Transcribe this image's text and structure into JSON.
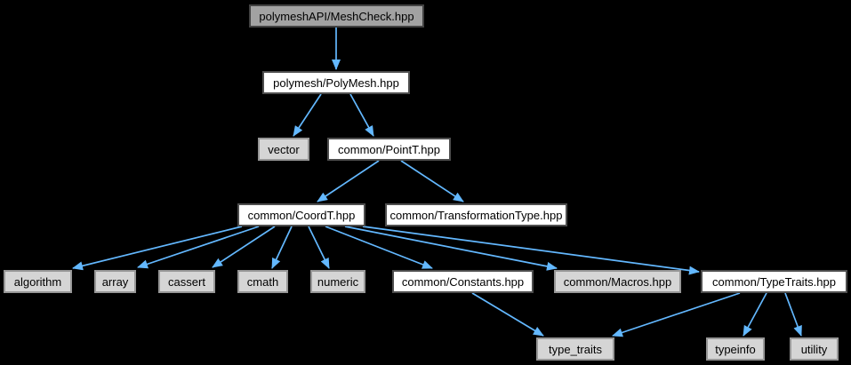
{
  "diagram": {
    "type": "include-dependency-graph",
    "background_color": "#000000",
    "arrow_color": "#63B8FF",
    "node_colors": {
      "root_fill": "#a2a2a2",
      "root_border": "#424242",
      "file_fill": "#ffffff",
      "file_border": "#4e4e4e",
      "lib_fill": "#d5d5d5",
      "lib_border": "#979797",
      "text": "#000000"
    },
    "nodes": [
      {
        "id": "meshcheck-hpp",
        "label": "polymeshAPI/MeshCheck.hpp",
        "kind": "root"
      },
      {
        "id": "polymesh-hpp",
        "label": "polymesh/PolyMesh.hpp",
        "kind": "file"
      },
      {
        "id": "vector",
        "label": "vector",
        "kind": "lib"
      },
      {
        "id": "pointt-hpp",
        "label": "common/PointT.hpp",
        "kind": "file"
      },
      {
        "id": "coordt-hpp",
        "label": "common/CoordT.hpp",
        "kind": "file"
      },
      {
        "id": "transformationtype-hpp",
        "label": "common/TransformationType.hpp",
        "kind": "file"
      },
      {
        "id": "algorithm",
        "label": "algorithm",
        "kind": "lib"
      },
      {
        "id": "array",
        "label": "array",
        "kind": "lib"
      },
      {
        "id": "cassert",
        "label": "cassert",
        "kind": "lib"
      },
      {
        "id": "cmath",
        "label": "cmath",
        "kind": "lib"
      },
      {
        "id": "numeric",
        "label": "numeric",
        "kind": "lib"
      },
      {
        "id": "constants-hpp",
        "label": "common/Constants.hpp",
        "kind": "file"
      },
      {
        "id": "macros-hpp",
        "label": "common/Macros.hpp",
        "kind": "lib"
      },
      {
        "id": "typetraits-hpp",
        "label": "common/TypeTraits.hpp",
        "kind": "file"
      },
      {
        "id": "type-traits",
        "label": "type_traits",
        "kind": "lib"
      },
      {
        "id": "typeinfo",
        "label": "typeinfo",
        "kind": "lib"
      },
      {
        "id": "utility",
        "label": "utility",
        "kind": "lib"
      }
    ],
    "edges": [
      {
        "from": "meshcheck-hpp",
        "to": "polymesh-hpp"
      },
      {
        "from": "polymesh-hpp",
        "to": "vector"
      },
      {
        "from": "polymesh-hpp",
        "to": "pointt-hpp"
      },
      {
        "from": "pointt-hpp",
        "to": "coordt-hpp"
      },
      {
        "from": "pointt-hpp",
        "to": "transformationtype-hpp"
      },
      {
        "from": "coordt-hpp",
        "to": "algorithm"
      },
      {
        "from": "coordt-hpp",
        "to": "array"
      },
      {
        "from": "coordt-hpp",
        "to": "cassert"
      },
      {
        "from": "coordt-hpp",
        "to": "cmath"
      },
      {
        "from": "coordt-hpp",
        "to": "numeric"
      },
      {
        "from": "coordt-hpp",
        "to": "constants-hpp"
      },
      {
        "from": "coordt-hpp",
        "to": "macros-hpp"
      },
      {
        "from": "coordt-hpp",
        "to": "typetraits-hpp"
      },
      {
        "from": "constants-hpp",
        "to": "type-traits"
      },
      {
        "from": "typetraits-hpp",
        "to": "type-traits"
      },
      {
        "from": "typetraits-hpp",
        "to": "typeinfo"
      },
      {
        "from": "typetraits-hpp",
        "to": "utility"
      }
    ]
  }
}
